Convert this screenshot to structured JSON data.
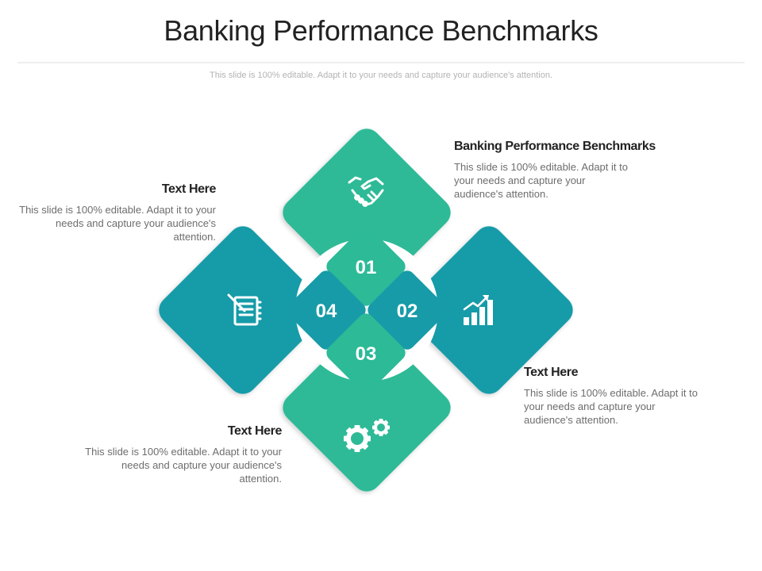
{
  "header": {
    "title": "Banking Performance Benchmarks",
    "subtitle": "This slide is 100% editable. Adapt it to your needs and capture your audience's attention."
  },
  "colors": {
    "green": "#2dba97",
    "teal": "#179ba8",
    "ring": "#ffffff"
  },
  "diagram": {
    "segments": [
      {
        "number": "01",
        "icon": "handshake-icon"
      },
      {
        "number": "02",
        "icon": "bar-chart-growth-icon"
      },
      {
        "number": "03",
        "icon": "gears-icon"
      },
      {
        "number": "04",
        "icon": "notepad-icon"
      }
    ]
  },
  "blocks": [
    {
      "title": "Banking Performance Benchmarks",
      "text": "This slide is 100% editable. Adapt it to your needs and capture your audience's attention."
    },
    {
      "title": "Text Here",
      "text": "This slide is 100% editable. Adapt it to your needs and capture your audience's attention."
    },
    {
      "title": "Text Here",
      "text": "This slide is 100% editable. Adapt it to your needs and capture your audience's attention."
    },
    {
      "title": "Text Here",
      "text": "This slide is 100% editable. Adapt it to your needs and capture your audience's attention."
    }
  ]
}
